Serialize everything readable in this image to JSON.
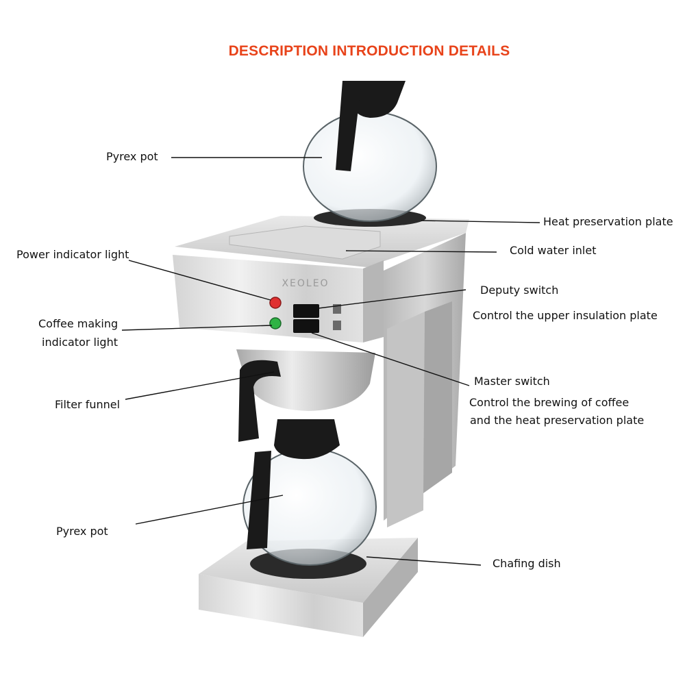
{
  "title": {
    "text": "DESCRIPTION INTRODUCTION DETAILS",
    "color": "#e8431a"
  },
  "brand": "XEOLEO",
  "labels": {
    "pyrex_top": "Pyrex pot",
    "heat_plate": "Heat preservation plate",
    "cold_water": "Cold water inlet",
    "power_light": "Power indicator light",
    "deputy_switch": "Deputy switch",
    "deputy_desc": "Control the upper insulation plate",
    "coffee_light_1": "Coffee making",
    "coffee_light_2": "indicator light",
    "master_switch": "Master switch",
    "master_desc_1": "Control the brewing of coffee",
    "master_desc_2": "and the heat preservation plate",
    "filter_funnel": "Filter funnel",
    "pyrex_bottom": "Pyrex pot",
    "chafing_dish": "Chafing dish"
  },
  "colors": {
    "steel_light": "#e6e6e6",
    "steel_mid": "#c9c9c9",
    "steel_dark": "#9e9e9e",
    "handle": "#1a1a1a",
    "power_led": "#e03030",
    "brew_led": "#2fb344"
  }
}
